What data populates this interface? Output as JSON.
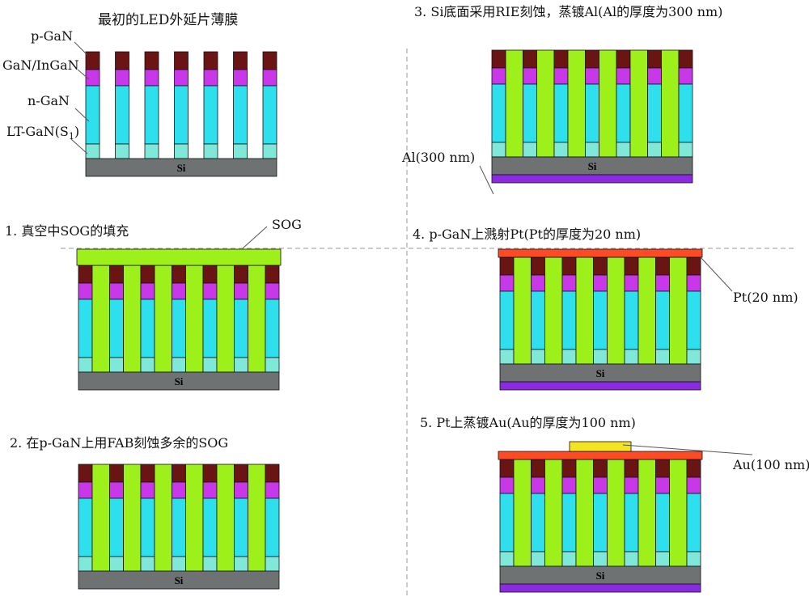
{
  "steps": {
    "s0": "最初的LED外延片薄膜",
    "s1": "1. 真空中SOG的填充",
    "s2": "2. 在p-GaN上用FAB刻蚀多余的SOG",
    "s3": "3. Si底面采用RIE刻蚀，蒸镀Al(Al的厚度为300 nm)",
    "s4": "4. p-GaN上溅射Pt(Pt的厚度为20 nm)",
    "s5": "5. Pt上蒸镀Au(Au的厚度为100 nm)"
  },
  "layers": {
    "p_gan": "p-GaN",
    "gan_ingan": "GaN/InGaN",
    "n_gan": "n-GaN",
    "lt_gan": "LT-GaN(S",
    "lt_gan_sub": "1",
    "lt_gan_close": ")"
  },
  "callouts": {
    "sog": "SOG",
    "al": "Al(300 nm)",
    "pt": "Pt(20 nm)",
    "au": "Au(100 nm)"
  },
  "substrate": "Si",
  "colors": {
    "p_gan": "#6b1414",
    "ingan": "#c837e8",
    "n_gan": "#2ee0ee",
    "lt_gan": "#7fe8d8",
    "si": "#6e7272",
    "sog": "#9ef01a",
    "al": "#8a2be2",
    "pt": "#ff4a26",
    "au": "#f2e422"
  }
}
